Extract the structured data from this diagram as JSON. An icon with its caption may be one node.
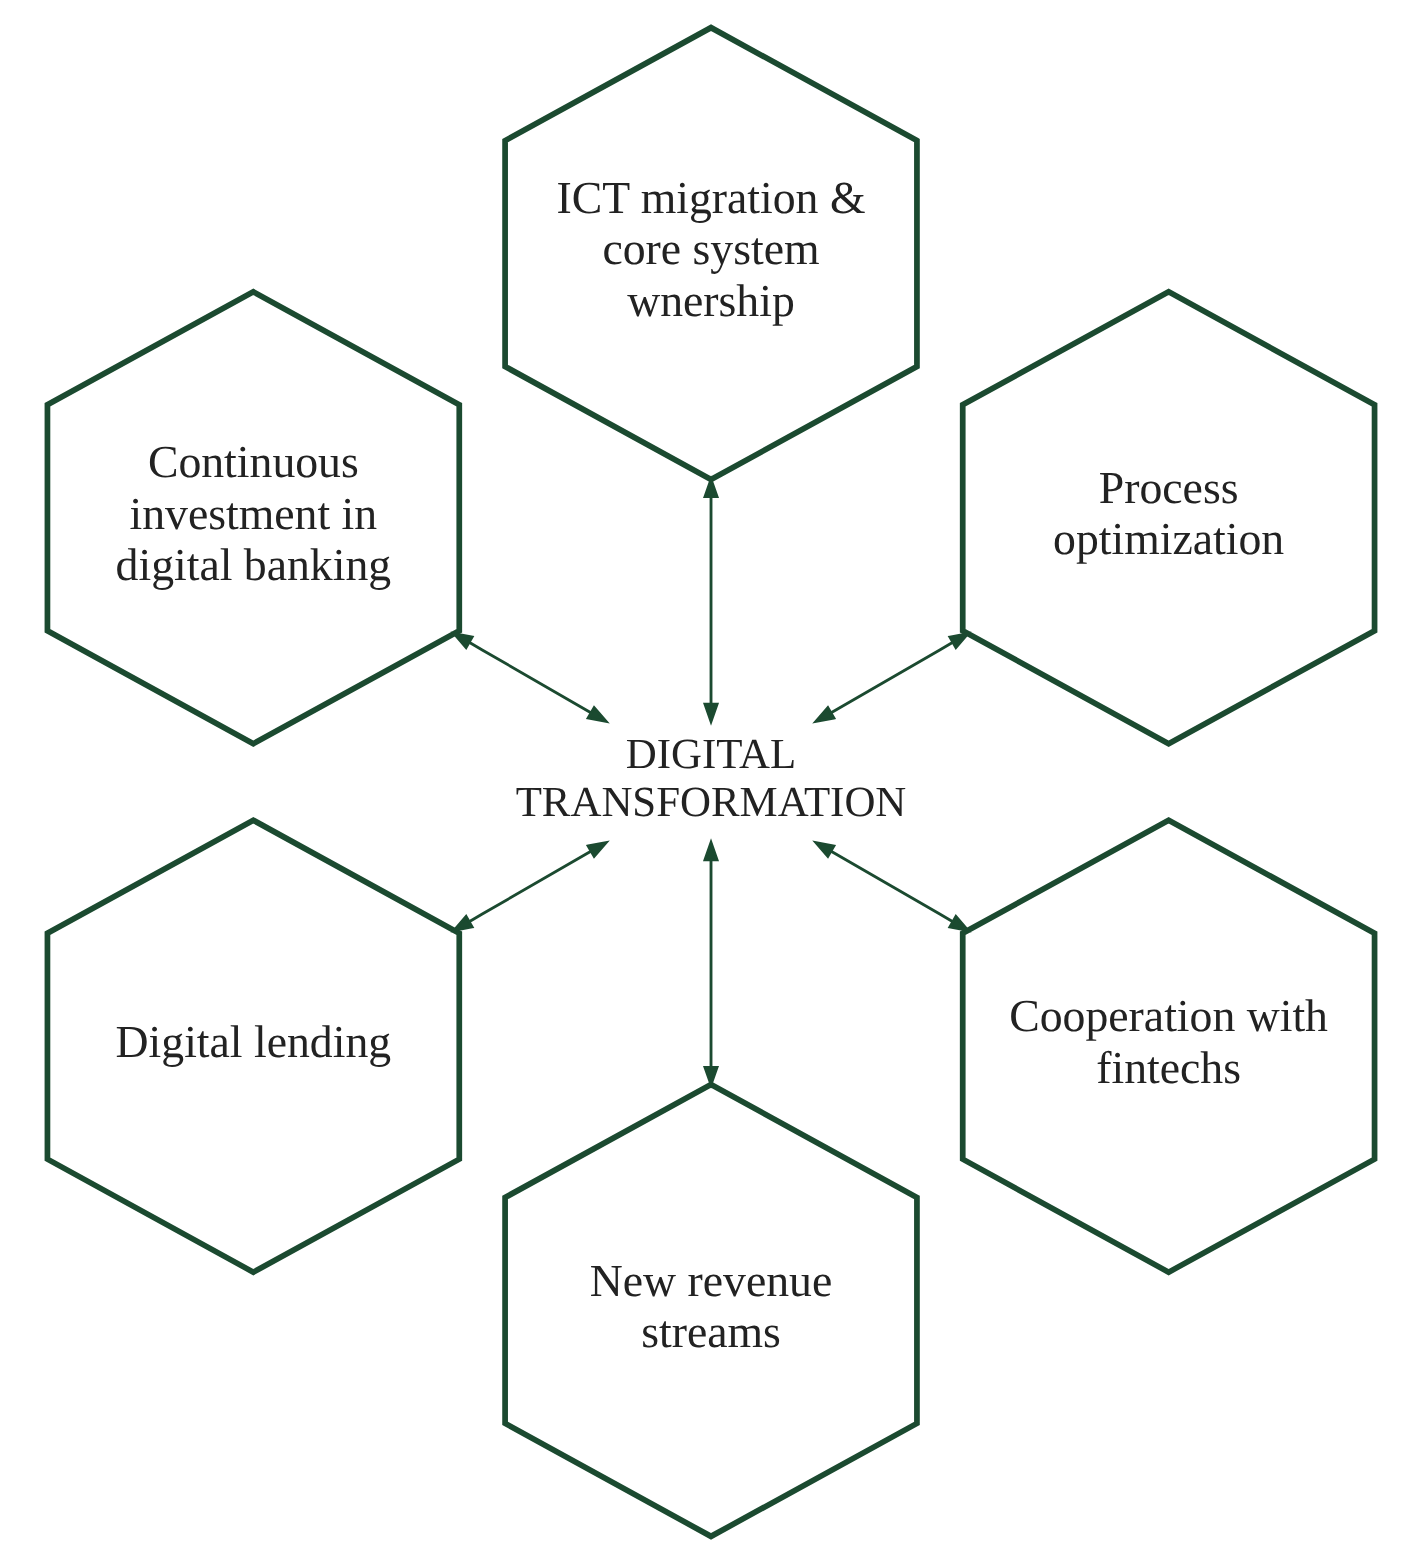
{
  "diagram": {
    "nodes": [
      {
        "text": [
          "Process optimization"
        ]
      },
      {
        "text": [
          "ICT migration & core system wnership"
        ]
      },
      {
        "text": [
          "Continuous investment in digital banking"
        ]
      },
      {
        "text": [
          "DIGITAL TRANSFORMATION"
        ]
      },
      {
        "text": [
          "Digital lending"
        ]
      },
      {
        "text": [
          "New revenue streams"
        ]
      },
      {
        "text": [
          "Cooperation with fintechs"
        ]
      }
    ],
    "edges": [
      {
        "from": 3,
        "to": 0,
        "arrow": "both"
      },
      {
        "from": 3,
        "to": 1,
        "arrow": "both"
      },
      {
        "from": 3,
        "to": 2,
        "arrow": "both"
      },
      {
        "from": 3,
        "to": 4,
        "arrow": "both"
      },
      {
        "from": 3,
        "to": 5,
        "arrow": "both"
      },
      {
        "from": 3,
        "to": 6,
        "arrow": "both"
      }
    ]
  }
}
